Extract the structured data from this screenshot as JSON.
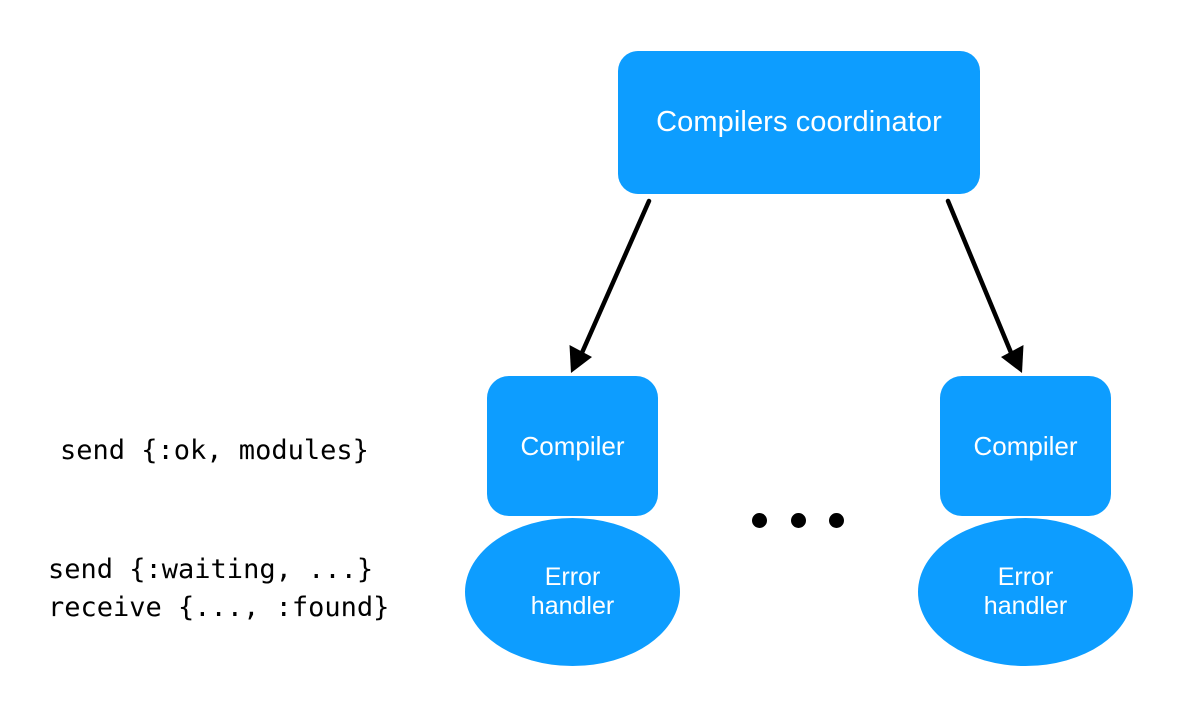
{
  "diagram": {
    "title_node": {
      "label": "Compilers coordinator"
    },
    "colors": {
      "node_fill": "#0D9DFF",
      "node_text": "#FFFFFF",
      "arrow": "#000000",
      "annotation_text": "#000000",
      "background": "#FFFFFF"
    },
    "branches": [
      {
        "compiler": {
          "label": "Compiler"
        },
        "error_handler": {
          "label": "Error\nhandler"
        }
      },
      {
        "compiler": {
          "label": "Compiler"
        },
        "error_handler": {
          "label": "Error\nhandler"
        }
      }
    ],
    "ellipsis": {
      "label": "...",
      "dot_count": 3
    },
    "annotations": [
      {
        "id": "ok",
        "text": "send {:ok, modules}"
      },
      {
        "id": "waiting",
        "text": "send {:waiting, ...}\nreceive {..., :found}"
      }
    ],
    "arrows": [
      {
        "from": "Compilers coordinator",
        "to": "Compiler (left)"
      },
      {
        "from": "Compilers coordinator",
        "to": "Compiler (right)"
      }
    ]
  }
}
